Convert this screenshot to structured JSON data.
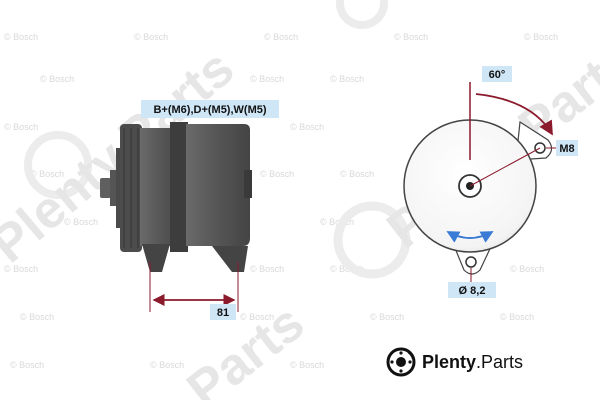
{
  "labels": {
    "terminals": "B+(M6),D+(M5),W(M5)",
    "width_dim": "81",
    "angle": "60°",
    "thread": "M8",
    "diameter": "Ø 8,2"
  },
  "watermark": {
    "repeat_text": "© Bosch",
    "big_text_left": "Plenty.Parts",
    "big_text_right": "Plenty.Parts",
    "bottom_text": "Parts"
  },
  "brand": {
    "name_bold": "Plenty",
    "name_rest": ".Parts",
    "icon": "brake-disc-icon"
  },
  "colors": {
    "dimension_red": "#8b1a2c",
    "rotation_blue": "#3a7bd5",
    "label_bg": "#cfe6f7",
    "body_gray": "#5a5a5a",
    "dark_gray": "#3f3f3f"
  }
}
